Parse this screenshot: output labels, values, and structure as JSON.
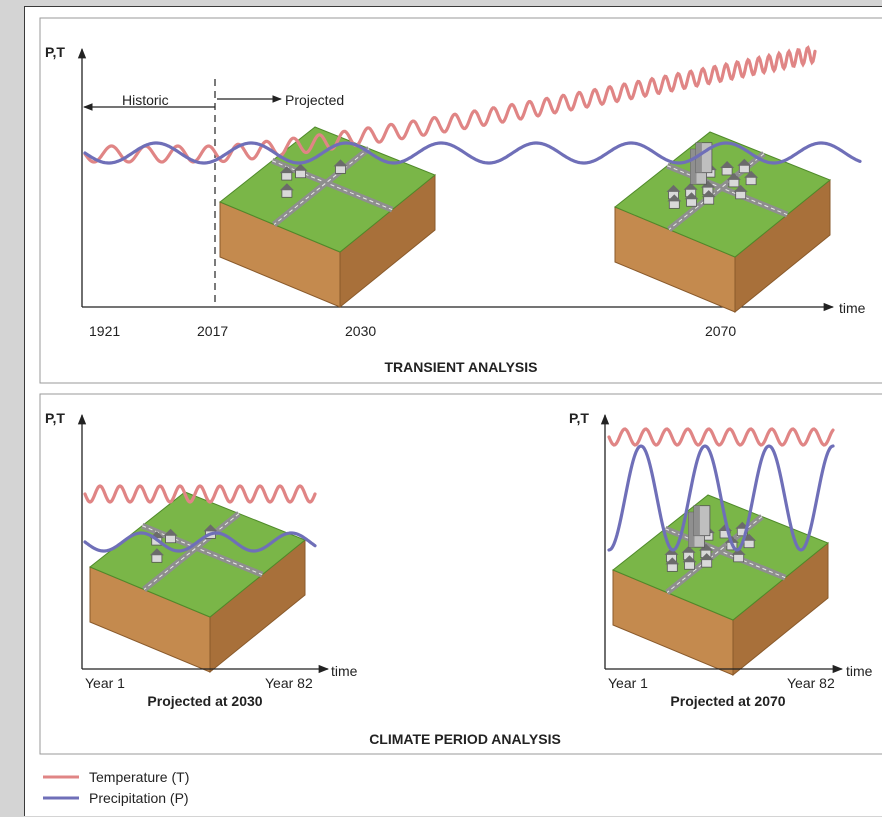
{
  "transient": {
    "y_axis_label": "P,T",
    "x_axis_label": "time",
    "period_labels": {
      "historic": "Historic",
      "projected": "Projected"
    },
    "years": [
      "1921",
      "2017",
      "2030",
      "2070"
    ],
    "title": "TRANSIENT ANALYSIS"
  },
  "climate_period": {
    "title": "CLIMATE PERIOD ANALYSIS",
    "panels": [
      {
        "y_axis_label": "P,T",
        "x_axis_label": "time",
        "start_label": "Year 1",
        "end_label": "Year 82",
        "caption": "Projected at 2030"
      },
      {
        "y_axis_label": "P,T",
        "x_axis_label": "time",
        "start_label": "Year 1",
        "end_label": "Year 82",
        "caption": "Projected at 2070"
      }
    ]
  },
  "legend": {
    "items": [
      {
        "label": "Temperature (T)",
        "color": "#e08585"
      },
      {
        "label": "Precipitation (P)",
        "color": "#6f6fb8"
      }
    ]
  },
  "colors": {
    "temperature": "#e08585",
    "precipitation": "#6f6fb8",
    "grass": "#7ab648",
    "soil": "#c48a4e"
  }
}
